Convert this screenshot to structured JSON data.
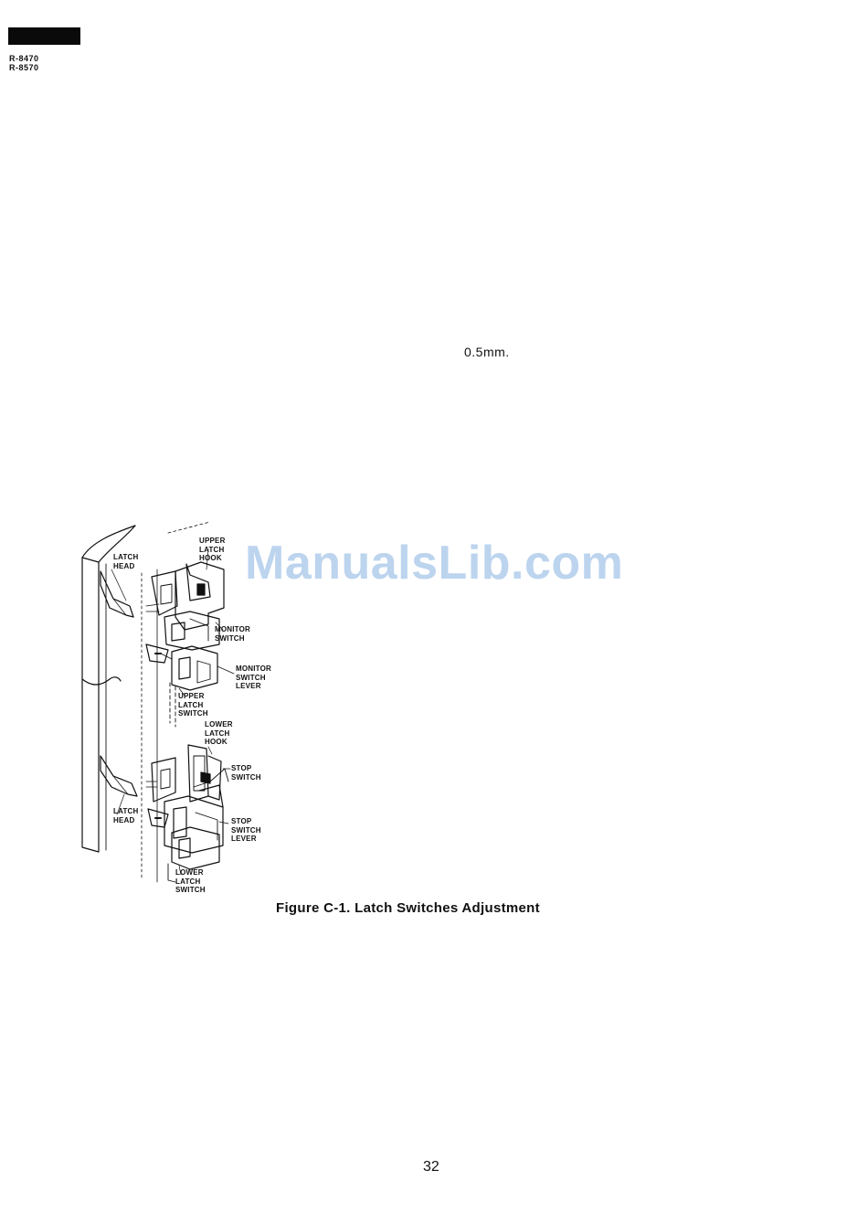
{
  "header": {
    "models": [
      "R-8470",
      "R-8570"
    ]
  },
  "body_text": {
    "spec": "0.5mm."
  },
  "watermark": "ManualsLib.com",
  "figure": {
    "labels": {
      "latch_head_upper": "LATCH\nHEAD",
      "upper_latch_hook": "UPPER\nLATCH\nHOOK",
      "monitor_switch": "MONITOR\nSWITCH",
      "monitor_switch_lever": "MONITOR\nSWITCH\nLEVER",
      "upper_latch_switch": "UPPER\nLATCH\nSWITCH",
      "lower_latch_hook": "LOWER\nLATCH\nHOOK",
      "stop_switch": "STOP\nSWITCH",
      "latch_head_lower": "LATCH\nHEAD",
      "stop_switch_lever": "STOP\nSWITCH\nLEVER",
      "lower_latch_switch": "LOWER\nLATCH\nSWITCH"
    },
    "caption": "Figure C-1. Latch Switches Adjustment"
  },
  "footer": {
    "page_number": "32"
  }
}
